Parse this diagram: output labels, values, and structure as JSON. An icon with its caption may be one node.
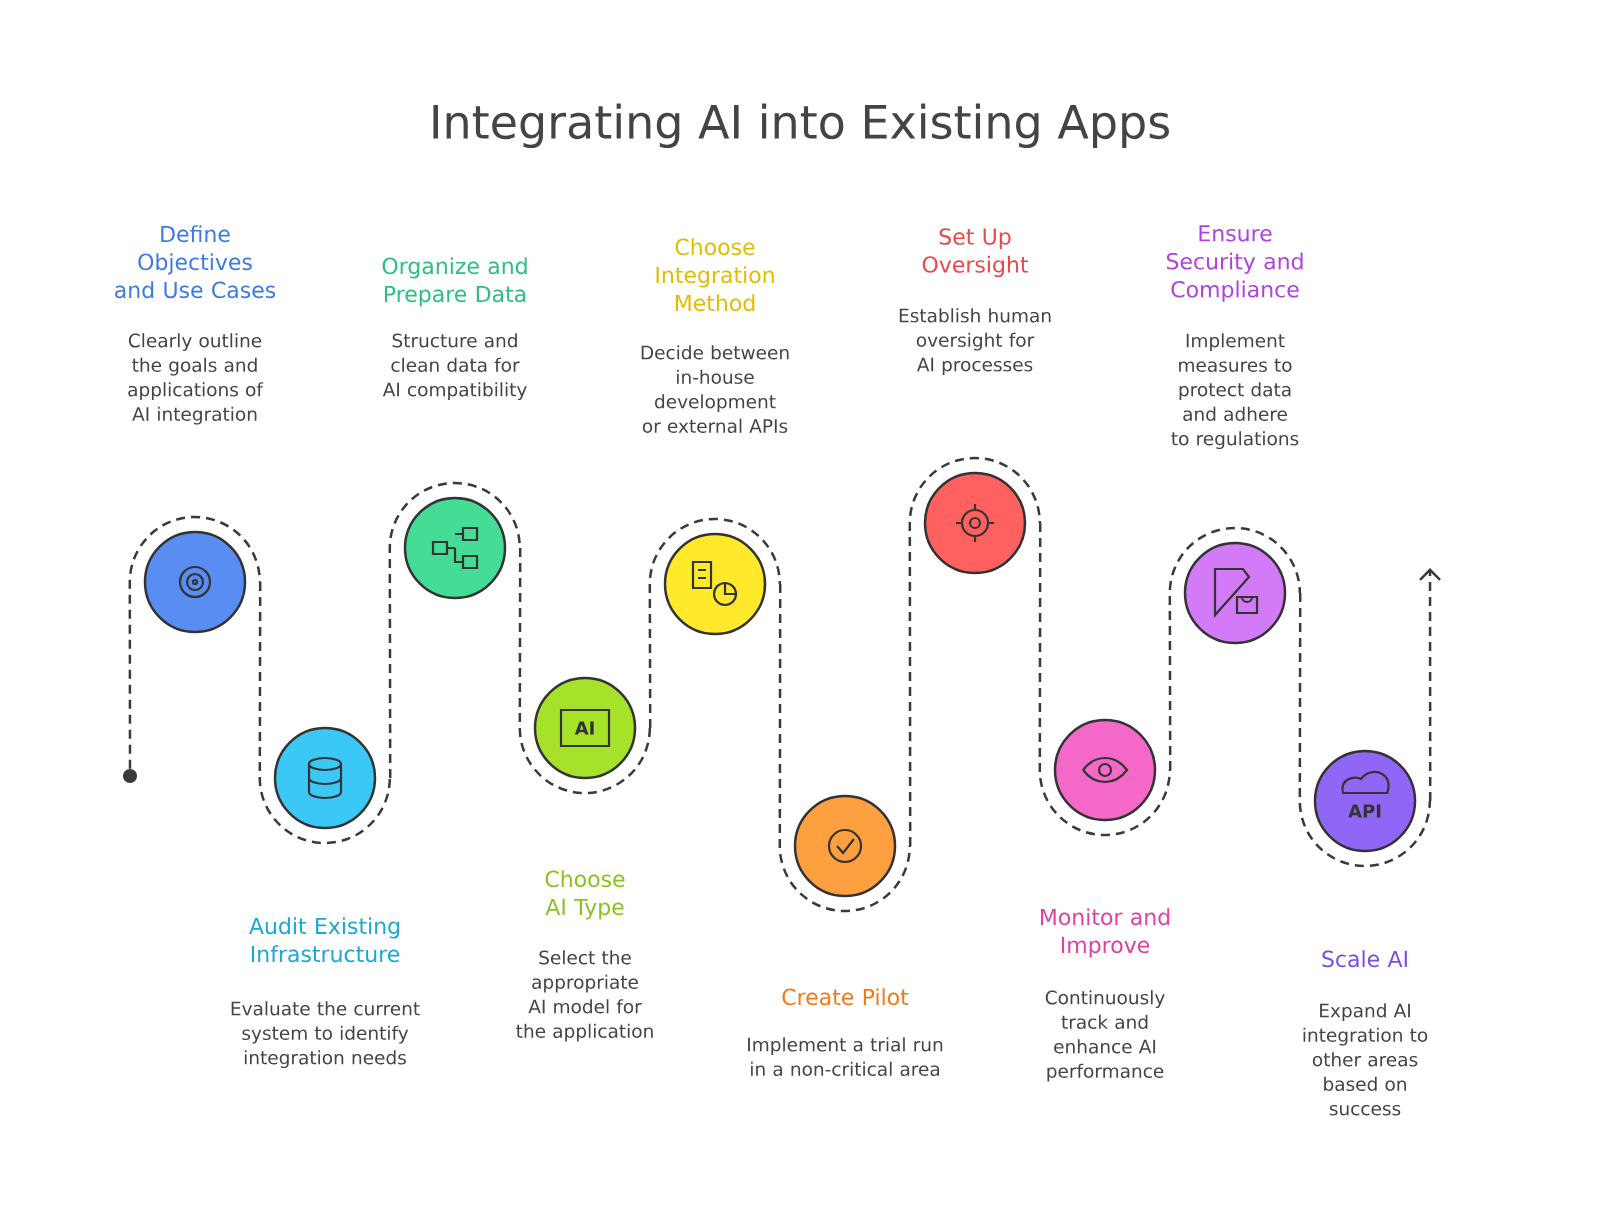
{
  "diagram": {
    "title": "Integrating AI into Existing Apps",
    "nodes": [
      {
        "text": [],
        "shape": "dot"
      },
      {
        "text": [],
        "shape": "circle",
        "beside": [
          "Define Objectives and Use Cases",
          "Clearly outline the goals and applications of AI integration"
        ]
      },
      {
        "text": [],
        "shape": "circle",
        "beside": [
          "Audit Existing Infrastructure",
          "Evaluate the current system to identify integration needs"
        ]
      },
      {
        "text": [],
        "shape": "circle",
        "beside": [
          "Organize and Prepare Data",
          "Structure and clean data for AI compatibility"
        ]
      },
      {
        "text": [
          "AI"
        ],
        "beside": [
          "Choose AI Type",
          "Select the appropriate AI model for the application"
        ]
      },
      {
        "text": [],
        "shape": "circle",
        "beside": [
          "Choose Integration Method",
          "Decide between in-house development or external APIs"
        ]
      },
      {
        "text": [],
        "shape": "circle",
        "beside": [
          "Create Pilot",
          "Implement a trial run in a non-critical area"
        ]
      },
      {
        "text": [],
        "shape": "circle",
        "beside": [
          "Set Up Oversight",
          "Establish human oversight for AI processes"
        ]
      },
      {
        "text": [],
        "shape": "circle",
        "beside": [
          "Monitor and Improve",
          "Continuously track and enhance AI performance"
        ]
      },
      {
        "text": [],
        "shape": "circle",
        "beside": [
          "Ensure Security and Compliance",
          "Implement measures to protect data and adhere to regulations"
        ]
      },
      {
        "text": [
          "API"
        ],
        "beside": [
          "Scale AI",
          "Expand AI integration to other areas based on success"
        ]
      }
    ],
    "edges": [
      {
        "from": 0,
        "to": 1,
        "arrow": "none",
        "style": "dashed"
      },
      {
        "from": 1,
        "to": 2,
        "arrow": "none",
        "style": "dashed"
      },
      {
        "from": 2,
        "to": 3,
        "arrow": "none",
        "style": "dashed"
      },
      {
        "from": 3,
        "to": 4,
        "arrow": "none",
        "style": "dashed"
      },
      {
        "from": 4,
        "to": 5,
        "arrow": "none",
        "style": "dashed"
      },
      {
        "from": 5,
        "to": 6,
        "arrow": "none",
        "style": "dashed"
      },
      {
        "from": 6,
        "to": 7,
        "arrow": "none",
        "style": "dashed"
      },
      {
        "from": 7,
        "to": 8,
        "arrow": "none",
        "style": "dashed"
      },
      {
        "from": 8,
        "to": 9,
        "arrow": "none",
        "style": "dashed"
      },
      {
        "from": 9,
        "to": 10,
        "arrow": "none",
        "style": "dashed"
      },
      {
        "from": 10,
        "to": null,
        "arrow": "to",
        "style": "dashed"
      }
    ]
  }
}
